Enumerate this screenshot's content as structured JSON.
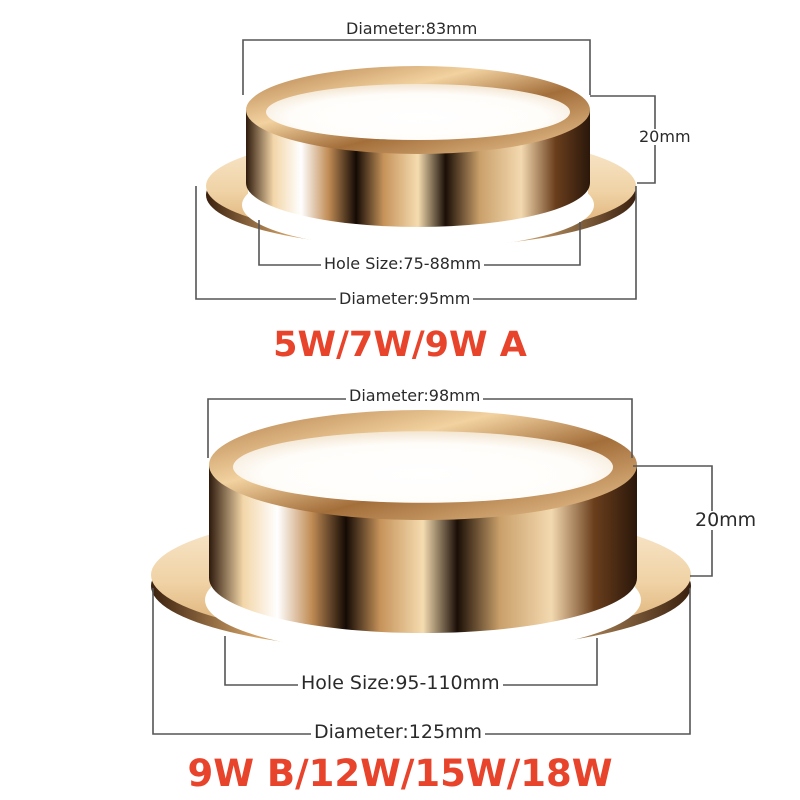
{
  "colors": {
    "gold_light": "#f6e2c4",
    "gold_mid": "#c9975c",
    "gold_dark": "#4a2a14",
    "dimension_line": "#555555",
    "model_text": "#e8442c"
  },
  "products": [
    {
      "top_diameter": "Diameter:83mm",
      "height": "20mm",
      "hole_size": "Hole Size:75-88mm",
      "flange_diameter": "Diameter:95mm",
      "models": "5W/7W/9W A"
    },
    {
      "top_diameter": "Diameter:98mm",
      "height": "20mm",
      "hole_size": "Hole Size:95-110mm",
      "flange_diameter": "Diameter:125mm",
      "models": "9W B/12W/15W/18W"
    }
  ]
}
